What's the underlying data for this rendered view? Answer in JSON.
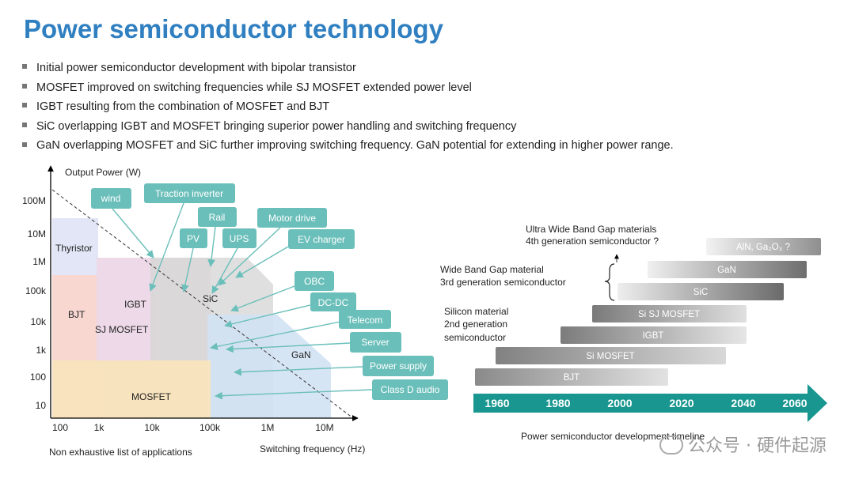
{
  "title": "Power semiconductor technology",
  "bullets": [
    "Initial power semiconductor development with bipolar transistor",
    "MOSFET improved on switching frequencies while SJ MOSFET extended power level",
    "IGBT resulting from the combination of MOSFET and BJT",
    "SiC overlapping IGBT and MOSFET bringing superior power handling and switching frequency",
    "GaN overlapping MOSFET and SiC further improving switching frequency. GaN potential for extending in higher power range."
  ],
  "left_chart": {
    "y_axis_label": "Output Power (W)",
    "x_axis_label": "Switching frequency (Hz)",
    "footnote": "Non exhaustive list of applications",
    "y_ticks": [
      "100M",
      "10M",
      "1M",
      "100k",
      "10k",
      "1k",
      "100",
      "10"
    ],
    "x_ticks": [
      "100",
      "1k",
      "10k",
      "100k",
      "1M",
      "10M"
    ],
    "regions": [
      {
        "label": "Thyristor",
        "color": "#dfe3f5"
      },
      {
        "label": "BJT",
        "color": "#f9d6cf"
      },
      {
        "label": "SJ MOSFET",
        "color": "#f6e2ef"
      },
      {
        "label": "IGBT",
        "color": "#e8d4e4"
      },
      {
        "label": "SiC",
        "color": "#d4d4d4"
      },
      {
        "label": "GaN",
        "color": "#d2e2f3"
      },
      {
        "label": "MOSFET",
        "color": "#f9e4bd"
      }
    ],
    "applications": [
      "wind",
      "Traction inverter",
      "Rail",
      "PV",
      "UPS",
      "Motor drive",
      "EV charger",
      "OBC",
      "DC-DC",
      "Telecom",
      "Server",
      "Power supply",
      "Class D audio"
    ],
    "app_color": "#6bbfba"
  },
  "timeline": {
    "caption": "Power semiconductor development timeline",
    "years": [
      "1960",
      "1980",
      "2000",
      "2020",
      "2040",
      "2060"
    ],
    "arrow_color": "#18968f",
    "bars": [
      "AlN, Ga₂O₃ ?",
      "GaN",
      "SiC",
      "Si SJ MOSFET",
      "IGBT",
      "Si MOSFET",
      "BJT"
    ],
    "groups": [
      {
        "line1": "Ultra Wide Band Gap materials",
        "line2": "4th generation semiconductor ?"
      },
      {
        "line1": "Wide Band Gap material",
        "line2": "3rd generation semiconductor"
      },
      {
        "line1": "Silicon material",
        "line2": "2nd generation",
        "line3": "semiconductor"
      }
    ]
  },
  "watermark": "公众号 · 硬件起源"
}
